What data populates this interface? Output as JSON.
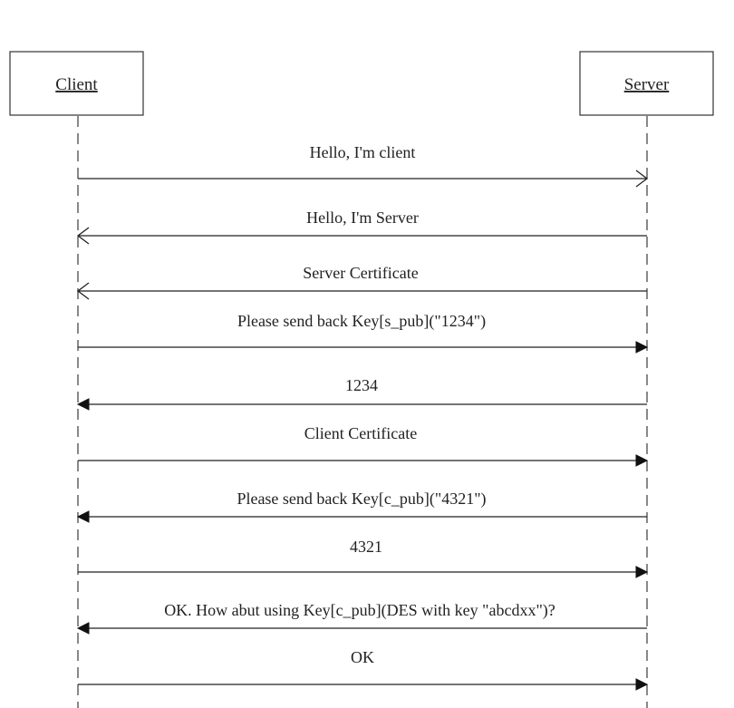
{
  "actors": [
    {
      "id": "client",
      "label": "Client"
    },
    {
      "id": "server",
      "label": "Server"
    }
  ],
  "messages": [
    {
      "label": "Hello, I'm client",
      "from": "client",
      "to": "server",
      "arrow": "open"
    },
    {
      "label": "Hello, I'm Server",
      "from": "server",
      "to": "client",
      "arrow": "open"
    },
    {
      "label": "Server Certificate",
      "from": "server",
      "to": "client",
      "arrow": "open"
    },
    {
      "label": "Please send back Key[s_pub](\"1234\")",
      "from": "client",
      "to": "server",
      "arrow": "filled"
    },
    {
      "label": "1234",
      "from": "server",
      "to": "client",
      "arrow": "filled"
    },
    {
      "label": "Client Certificate",
      "from": "client",
      "to": "server",
      "arrow": "filled"
    },
    {
      "label": "Please send back Key[c_pub](\"4321\")",
      "from": "server",
      "to": "client",
      "arrow": "filled"
    },
    {
      "label": "4321",
      "from": "client",
      "to": "server",
      "arrow": "filled"
    },
    {
      "label": "OK. How abut using Key[c_pub](DES with key \"abcdxx\")?",
      "from": "server",
      "to": "client",
      "arrow": "filled"
    },
    {
      "label": "OK",
      "from": "client",
      "to": "server",
      "arrow": "filled"
    }
  ],
  "colors": {
    "line": "#222222",
    "lifeline": "#555555",
    "box_border": "#333333"
  }
}
